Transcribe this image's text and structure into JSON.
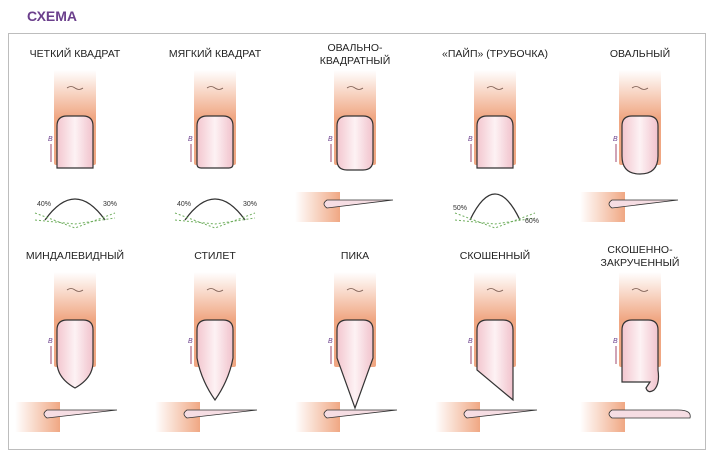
{
  "header": {
    "title": "СХЕМА"
  },
  "shapes": [
    {
      "label": "ЧЕТКИЙ КВАДРАТ",
      "left_pct": "40%",
      "right_pct": "30%"
    },
    {
      "label": "МЯГКИЙ КВАДРАТ",
      "left_pct": "40%",
      "right_pct": "30%"
    },
    {
      "label": "ОВАЛЬНО-\nКВАДРАТНЫЙ"
    },
    {
      "label": "«ПАЙП» (ТРУБОЧКА)",
      "left_pct": "50%",
      "right_pct": "60%"
    },
    {
      "label": "ОВАЛЬНЫЙ"
    },
    {
      "label": "МИНДАЛЕВИДНЫЙ"
    },
    {
      "label": "СТИЛЕТ"
    },
    {
      "label": "ПИКА"
    },
    {
      "label": "СКОШЕННЫЙ"
    },
    {
      "label": "СКОШЕННО-\nЗАКРУЧЕННЫЙ"
    }
  ],
  "colors": {
    "title": "#6b3f8c",
    "skin": "#f0a783",
    "nail": "#f6dde3",
    "outline": "#333333",
    "guide": "#6fae5e"
  }
}
